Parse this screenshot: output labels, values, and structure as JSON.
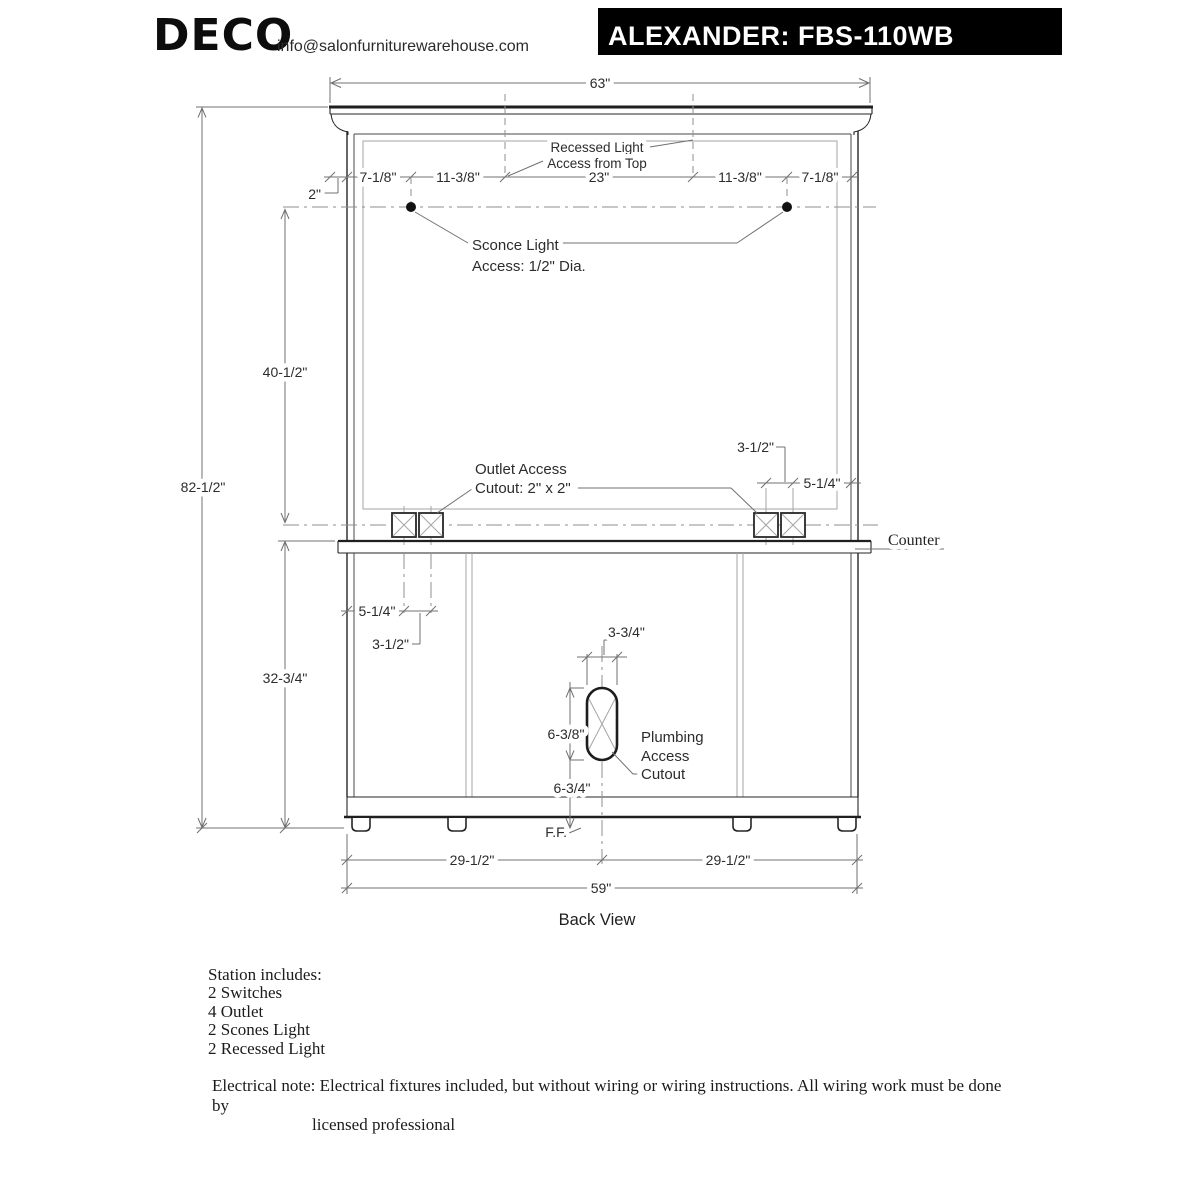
{
  "header": {
    "brand": "DECO",
    "email": "info@salonfurniturewarehouse.com",
    "model_banner": "ALEXANDER: FBS-110WB"
  },
  "drawing": {
    "view_label": "Back View",
    "annotations": {
      "recessed_light_line1": "Recessed Light",
      "recessed_light_line2": "Access from Top",
      "sconce_light_line1": "Sconce Light",
      "sconce_light_line2": "Access: 1/2\" Dia.",
      "outlet_line1": "Outlet Access",
      "outlet_line2": "Cutout: 2\" x 2\"",
      "counter": "Counter",
      "plumbing_line1": "Plumbing",
      "plumbing_line2": "Access",
      "plumbing_line3": "Cutout",
      "finished_floor": "F.F."
    },
    "dims": {
      "overall_width": "63\"",
      "crown_overhang": "2\"",
      "top_seg1": "7-1/8\"",
      "top_seg2": "11-3/8\"",
      "top_seg3": "23\"",
      "top_seg4": "11-3/8\"",
      "top_seg5": "7-1/8\"",
      "mirror_height": "40-1/2\"",
      "overall_height": "82-1/2\"",
      "outlet_right_spacing": "3-1/2\"",
      "outlet_right_edge": "5-1/4\"",
      "outlet_left_edge": "5-1/4\"",
      "outlet_left_spacing": "3-1/2\"",
      "cabinet_height": "32-3/4\"",
      "plumbing_width": "3-3/4\"",
      "plumbing_height": "6-3/8\"",
      "plumbing_offset": "6-3/4\"",
      "base_left_half": "29-1/2\"",
      "base_right_half": "29-1/2\"",
      "base_width": "59\""
    }
  },
  "footer": {
    "includes_title": "Station includes:",
    "includes_items": [
      "2 Switches",
      "4 Outlet",
      "2 Scones Light",
      "2 Recessed Light"
    ],
    "electrical_note_label": "Electrical note:",
    "electrical_note_line1": "Electrical fixtures included, but without wiring or wiring instructions. All wiring work must be done by",
    "electrical_note_line2": "licensed professional"
  }
}
